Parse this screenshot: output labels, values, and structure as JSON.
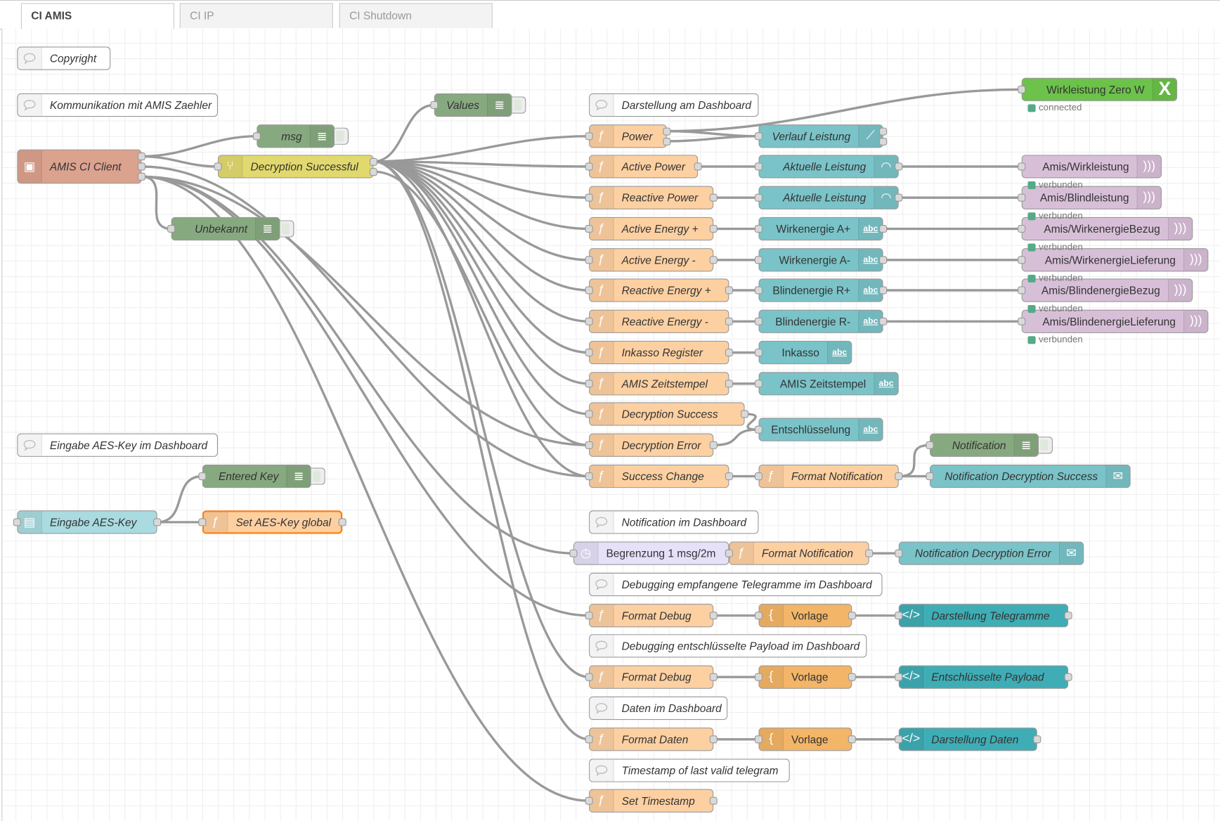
{
  "tabs": [
    {
      "label": "CI AMIS",
      "active": true
    },
    {
      "label": "CI IP",
      "active": false
    },
    {
      "label": "CI Shutdown",
      "active": false
    }
  ],
  "colors": {
    "function": "#fdd0a2",
    "ui": "#7ac3c8",
    "ui_template": "#3fadb5",
    "template": "#f3b567",
    "debug": "#87a980",
    "switch": "#e2d96e",
    "client": "#dba28e",
    "mqtt": "#d8bfd8",
    "delay": "#e6e0f8",
    "zero": "#6cc24a",
    "comment": "#ffffff",
    "textinput": "#a9dbe0",
    "status_ok": "#55aa88"
  },
  "nodes": {
    "c1": {
      "label": "Copyright",
      "type": "comment"
    },
    "c2": {
      "label": "Kommunikation mit AMIS Zaehler",
      "type": "comment"
    },
    "c3": {
      "label": "Darstellung am Dashboard",
      "type": "comment"
    },
    "c4": {
      "label": "Eingabe AES-Key im Dashboard",
      "type": "comment"
    },
    "c5": {
      "label": "Notification im Dashboard",
      "type": "comment"
    },
    "c6": {
      "label": "Debugging empfangene Telegramme im Dashboard",
      "type": "comment"
    },
    "c7": {
      "label": "Debugging entschlüsselte Payload im Dashboard",
      "type": "comment"
    },
    "c8": {
      "label": "Daten im Dashboard",
      "type": "comment"
    },
    "c9": {
      "label": "Timestamp of last valid telegram",
      "type": "comment"
    },
    "client": {
      "label": "AMIS CI Client",
      "type": "client"
    },
    "msg": {
      "label": "msg",
      "type": "debug"
    },
    "values": {
      "label": "Values",
      "type": "debug"
    },
    "dec": {
      "label": "Decryption Successful",
      "type": "switch"
    },
    "unb": {
      "label": "Unbekannt",
      "type": "debug"
    },
    "power": {
      "label": "Power",
      "type": "function"
    },
    "apower": {
      "label": "Active Power",
      "type": "function"
    },
    "rpower": {
      "label": "Reactive Power",
      "type": "function"
    },
    "aep": {
      "label": "Active Energy +",
      "type": "function"
    },
    "aem": {
      "label": "Active Energy -",
      "type": "function"
    },
    "rep": {
      "label": "Reactive Energy +",
      "type": "function"
    },
    "rem": {
      "label": "Reactive Energy -",
      "type": "function"
    },
    "ink": {
      "label": "Inkasso Register",
      "type": "function"
    },
    "zeit": {
      "label": "AMIS Zeitstempel",
      "type": "function"
    },
    "dsucc": {
      "label": "Decryption Success",
      "type": "function"
    },
    "derr": {
      "label": "Decryption Error",
      "type": "function"
    },
    "schg": {
      "label": "Success Change",
      "type": "function"
    },
    "fnot1": {
      "label": "Format Notification",
      "type": "function"
    },
    "begr": {
      "label": "Begrenzung 1 msg/2m",
      "type": "delay"
    },
    "fnot2": {
      "label": "Format Notification",
      "type": "function"
    },
    "nerr": {
      "label": "Notification Decryption Error",
      "type": "ui-notification"
    },
    "fdbg1": {
      "label": "Format Debug",
      "type": "function"
    },
    "vor1": {
      "label": "Vorlage",
      "type": "template"
    },
    "dtel": {
      "label": "Darstellung Telegramme",
      "type": "ui-template"
    },
    "fdbg2": {
      "label": "Format Debug",
      "type": "function"
    },
    "vor2": {
      "label": "Vorlage",
      "type": "template"
    },
    "epay": {
      "label": "Entschlüsselte Payload",
      "type": "ui-template"
    },
    "fdat": {
      "label": "Format Daten",
      "type": "function"
    },
    "vor3": {
      "label": "Vorlage",
      "type": "template"
    },
    "ddat": {
      "label": "Darstellung Daten",
      "type": "ui-template"
    },
    "setts": {
      "label": "Set Timestamp",
      "type": "function"
    },
    "verlauf": {
      "label": "Verlauf Leistung",
      "type": "ui-chart"
    },
    "akt1": {
      "label": "Aktuelle Leistung",
      "type": "ui-gauge"
    },
    "akt2": {
      "label": "Aktuelle Leistung",
      "type": "ui-gauge"
    },
    "wap": {
      "label": "Wirkenergie A+",
      "type": "ui-text"
    },
    "wam": {
      "label": "Wirkenergie A-",
      "type": "ui-text"
    },
    "brp": {
      "label": "Blindenergie R+",
      "type": "ui-text"
    },
    "brm": {
      "label": "Blindenergie R-",
      "type": "ui-text"
    },
    "inkt": {
      "label": "Inkasso",
      "type": "ui-text"
    },
    "zeitt": {
      "label": "AMIS Zeitstempel",
      "type": "ui-text"
    },
    "entt": {
      "label": "Entschlüsselung",
      "type": "ui-text"
    },
    "notdbg": {
      "label": "Notification",
      "type": "debug"
    },
    "nsucc": {
      "label": "Notification Decryption Success",
      "type": "ui-notification"
    },
    "zero": {
      "label": "Wirkleistung Zero W",
      "type": "zero",
      "status": "connected"
    },
    "m1": {
      "label": "Amis/Wirkleistung",
      "type": "mqtt",
      "status": "verbunden"
    },
    "m2": {
      "label": "Amis/Blindleistung",
      "type": "mqtt",
      "status": "verbunden"
    },
    "m3": {
      "label": "Amis/WirkenergieBezug",
      "type": "mqtt",
      "status": "verbunden"
    },
    "m4": {
      "label": "Amis/WirkenergieLieferung",
      "type": "mqtt",
      "status": "verbunden"
    },
    "m5": {
      "label": "Amis/BlindenergieBezug",
      "type": "mqtt",
      "status": "verbunden"
    },
    "m6": {
      "label": "Amis/BlindenergieLieferung",
      "type": "mqtt",
      "status": "verbunden"
    },
    "aesin": {
      "label": "Eingabe AES-Key",
      "type": "textinput"
    },
    "entk": {
      "label": "Entered Key",
      "type": "debug"
    },
    "setaes": {
      "label": "Set AES-Key global",
      "type": "function"
    }
  }
}
